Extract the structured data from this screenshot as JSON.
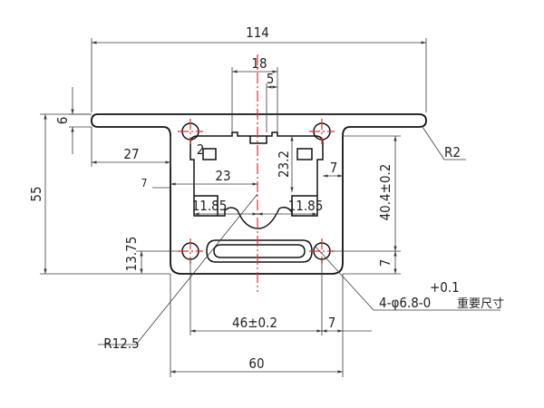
{
  "drawing": {
    "dims": {
      "overall_width": "114",
      "top_opening": "18",
      "opening_5": "5",
      "flange_thickness": "6",
      "width_27": "27",
      "gap_2": "2",
      "slot_23_2": "23.2",
      "width_23": "23",
      "small_7_left": "7",
      "right_7_upper": "7",
      "cavity_height": "40.4±0.2",
      "dim_11_85_left": "11.85",
      "dim_11_85_right": "11.85",
      "height_55": "55",
      "height_13_75": "13.75",
      "right_7_lower": "7",
      "radius_r2": "R2",
      "radius_r12_5": "R12.5",
      "hole_spacing": "46±0.2",
      "bottom_7": "7",
      "base_width": "60"
    },
    "notes": {
      "tolerance_plus": "+0.1",
      "hole_callout": "4-φ6.8-0",
      "critical_dim": "重要尺寸"
    }
  }
}
